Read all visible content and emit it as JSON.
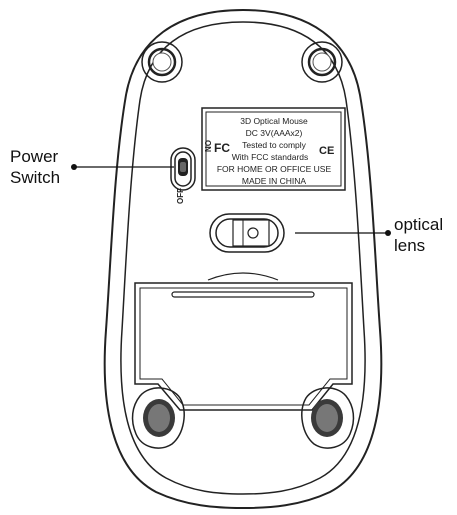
{
  "callouts": {
    "power_switch": {
      "line1": "Power",
      "line2": "Switch"
    },
    "optical_lens": {
      "line1": "optical",
      "line2": "lens"
    }
  },
  "switch_marks": {
    "on": "ON",
    "off": "OFF"
  },
  "label": {
    "lines": [
      "3D Optical Mouse",
      "DC 3V(AAAx2)",
      "Tested to comply",
      "With FCC standards",
      "FOR HOME OR OFFICE USE",
      "MADE IN CHINA"
    ],
    "fc_logo": "FC",
    "ce_logo": "CE"
  },
  "colors": {
    "stroke": "#222222",
    "background": "#ffffff"
  }
}
